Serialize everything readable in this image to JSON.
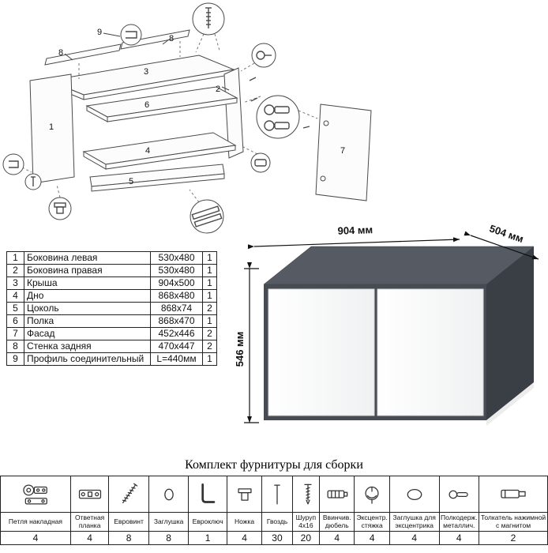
{
  "exploded": {
    "labels": {
      "p1": "1",
      "p2": "2",
      "p3": "3",
      "p4": "4",
      "p5": "5",
      "p6": "6",
      "p7": "7",
      "p8a": "8",
      "p8b": "8",
      "p9": "9"
    }
  },
  "parts_table": {
    "rows": [
      {
        "num": "1",
        "name": "Боковина левая",
        "size": "530x480",
        "qty": "1"
      },
      {
        "num": "2",
        "name": "Боковина правая",
        "size": "530x480",
        "qty": "1"
      },
      {
        "num": "3",
        "name": "Крыша",
        "size": "904x500",
        "qty": "1"
      },
      {
        "num": "4",
        "name": "Дно",
        "size": "868x480",
        "qty": "1"
      },
      {
        "num": "5",
        "name": "Цоколь",
        "size": "868x74",
        "qty": "2"
      },
      {
        "num": "6",
        "name": "Полка",
        "size": "868x470",
        "qty": "1"
      },
      {
        "num": "7",
        "name": "Фасад",
        "size": "452x446",
        "qty": "2"
      },
      {
        "num": "8",
        "name": "Стенка задняя",
        "size": "470x447",
        "qty": "2"
      },
      {
        "num": "9",
        "name": "Профиль соединительный",
        "size": "L=440мм",
        "qty": "1"
      }
    ]
  },
  "dimensions": {
    "width": "904 мм",
    "depth": "504 мм",
    "height": "546 мм"
  },
  "colors": {
    "cabinet_top": "#565b63",
    "cabinet_front": "#474c54",
    "cabinet_side": "#3a3e45",
    "door": "#fafafa"
  },
  "hardware": {
    "title": "Комплект фурнитуры для сборки",
    "items": [
      {
        "name": "Петля накладная",
        "qty": "4",
        "icon": "hinge"
      },
      {
        "name": "Ответная\nпланка",
        "qty": "4",
        "icon": "plate"
      },
      {
        "name": "Евровинт",
        "qty": "8",
        "icon": "euroscrew"
      },
      {
        "name": "Заглушка",
        "qty": "8",
        "icon": "cap"
      },
      {
        "name": "Евроключ",
        "qty": "1",
        "icon": "hexkey"
      },
      {
        "name": "Ножка",
        "qty": "4",
        "icon": "foot"
      },
      {
        "name": "Гвоздь",
        "qty": "30",
        "icon": "nail"
      },
      {
        "name": "Шуруп\n4х16",
        "qty": "20",
        "icon": "screw"
      },
      {
        "name": "Ввинчив.\nдюбель",
        "qty": "4",
        "icon": "dowel"
      },
      {
        "name": "Эксцентр.\nстяжка",
        "qty": "4",
        "icon": "cam"
      },
      {
        "name": "Заглушка для\nэксцентрика",
        "qty": "4",
        "icon": "camcap"
      },
      {
        "name": "Полкодерж.\nметаллич.",
        "qty": "4",
        "icon": "shelfpin"
      },
      {
        "name": "Толкатель нажимной\nс магнитом",
        "qty": "2",
        "icon": "pushlatch"
      }
    ]
  }
}
